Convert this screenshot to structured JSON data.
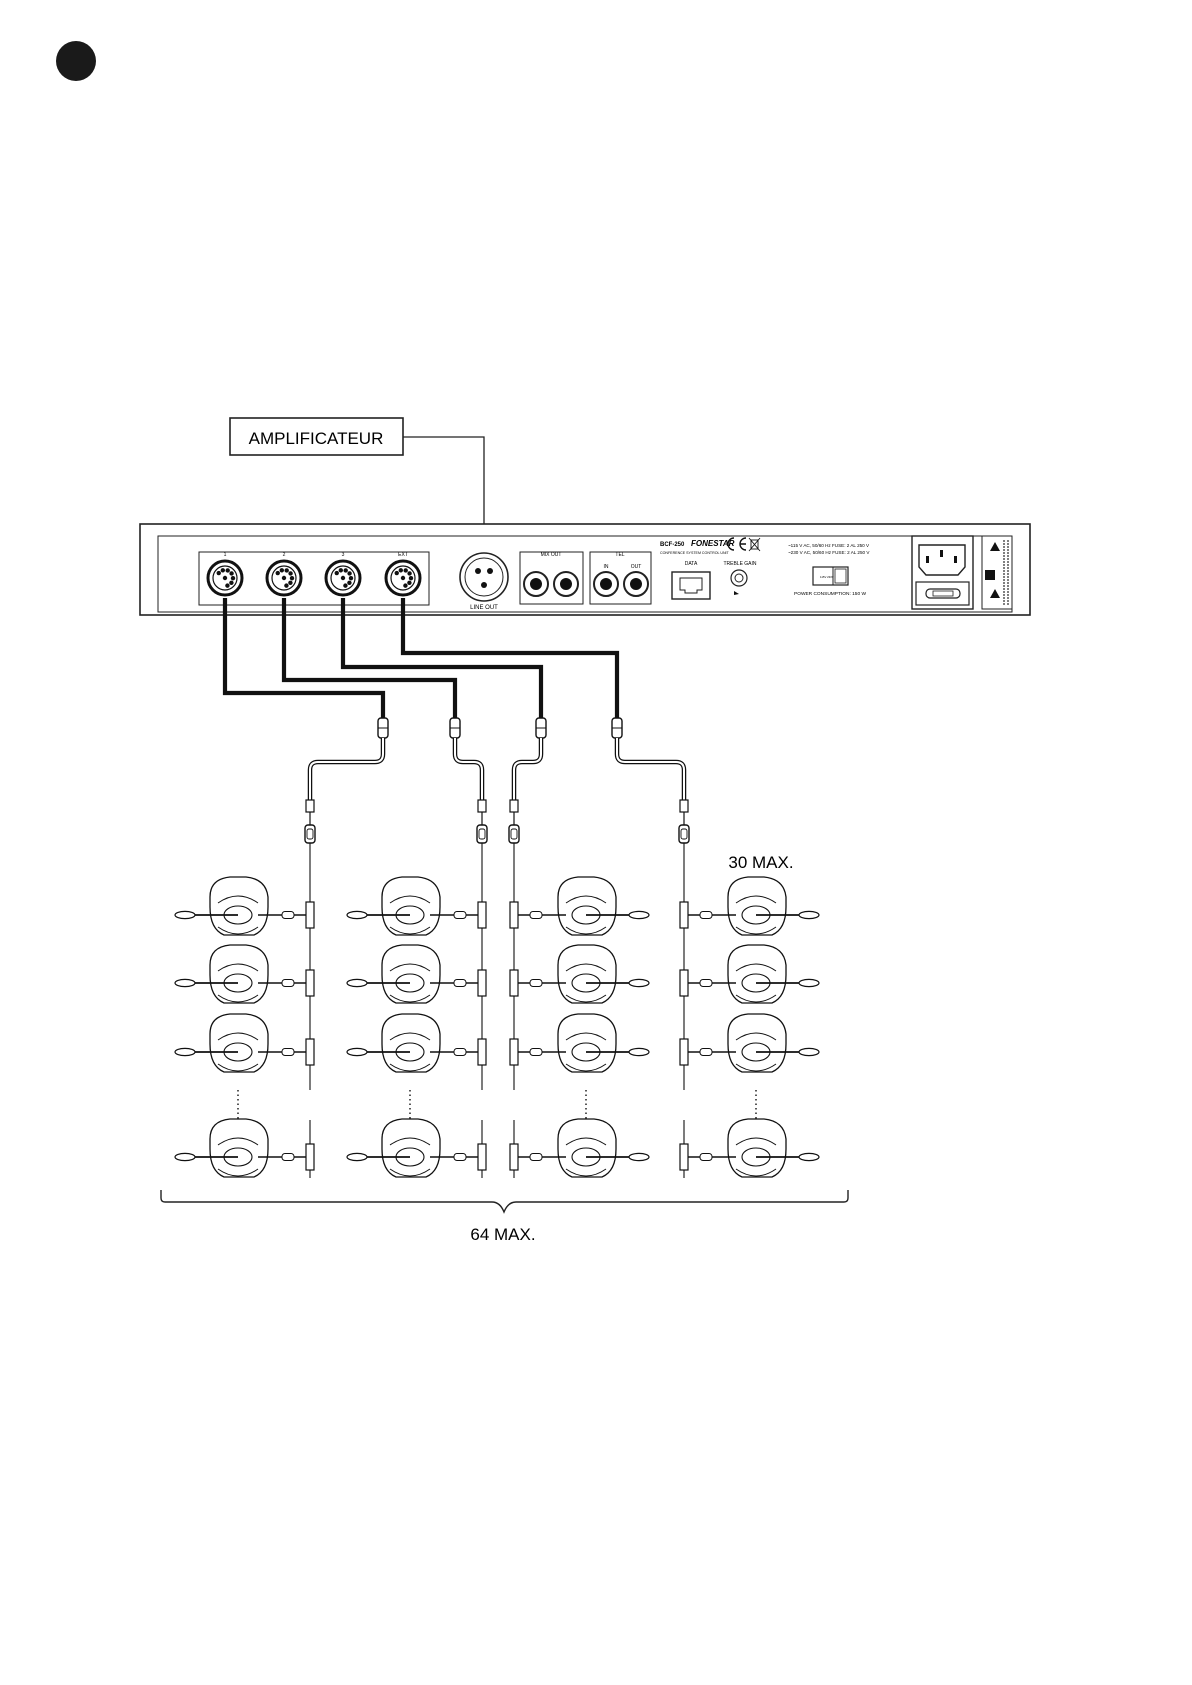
{
  "amplifier_label": "AMPLIFICATEUR",
  "unit": {
    "model": "BCF-250",
    "brand": "FONESTAR",
    "subtitle": "CONFERENCE SYSTEM CONTROL UNIT",
    "ports": [
      "1",
      "2",
      "3",
      "EXT"
    ],
    "line_out": "LINE OUT",
    "mix_out": "MIX OUT",
    "tel": "TEL",
    "tel_in": "IN",
    "tel_out": "OUT",
    "data": "DATA",
    "treble_gain": "TREBLE GAIN",
    "power_consumption": "POWER CONSUMPTION: 150 W",
    "power_line_1": "~115 V AC, 50/60 Hz FUSE: 2 AL 250 V",
    "power_line_2": "~230 V AC, 50/60 Hz FUSE: 2 AL 250 V",
    "voltage_switch": "115V 230V"
  },
  "per_line_max": "30 MAX.",
  "total_max": "64 MAX.",
  "icons": [
    "circle-marker-icon",
    "xlr-connector-icon",
    "din-connector-icon",
    "rca-jack-icon",
    "rj45-port-icon",
    "iec-power-inlet-icon",
    "ce-mark-icon",
    "weee-bin-icon",
    "warning-triangle-icon",
    "delegate-microphone-icon"
  ]
}
